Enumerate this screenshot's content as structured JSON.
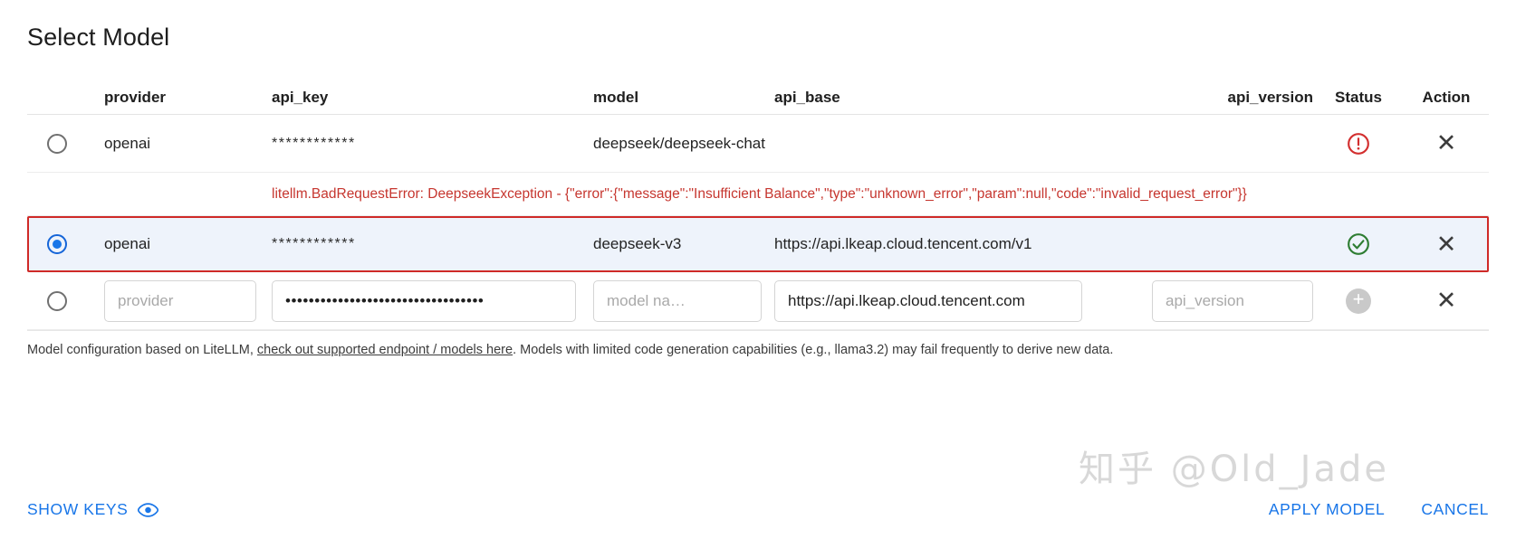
{
  "dialog": {
    "title": "Select Model"
  },
  "table": {
    "headers": {
      "provider": "provider",
      "api_key": "api_key",
      "model": "model",
      "api_base": "api_base",
      "api_version": "api_version",
      "status": "Status",
      "action": "Action"
    },
    "rows": [
      {
        "selected": false,
        "provider": "openai",
        "api_key_masked": "************",
        "model": "deepseek/deepseek-chat",
        "api_base": "",
        "api_version": "",
        "status_icon": "error-circle-icon",
        "status_color": "#d32f2f",
        "action_icon": "close-icon",
        "error": "litellm.BadRequestError: DeepseekException - {\"error\":{\"message\":\"Insufficient Balance\",\"type\":\"unknown_error\",\"param\":null,\"code\":\"invalid_request_error\"}}"
      },
      {
        "selected": true,
        "provider": "openai",
        "api_key_masked": "************",
        "model": "deepseek-v3",
        "api_base": "https://api.lkeap.cloud.tencent.com/v1",
        "api_version": "",
        "status_icon": "check-circle-icon",
        "status_color": "#2e7d32",
        "action_icon": "close-icon"
      }
    ],
    "new_row": {
      "provider_placeholder": "provider",
      "api_key_value": "••••••••••••••••••••••••••••••••••",
      "model_placeholder": "model na…",
      "api_base_value": "https://api.lkeap.cloud.tencent.com",
      "api_version_placeholder": "api_version",
      "add_icon": "plus-icon",
      "action_icon": "close-icon"
    }
  },
  "note": {
    "prefix": "Model configuration based on LiteLLM, ",
    "link": "check out supported endpoint / models here",
    "suffix": ". Models with limited code generation capabilities (e.g., llama3.2) may fail frequently to derive new data."
  },
  "footer": {
    "show_keys": "SHOW KEYS",
    "eye_icon": "eye-icon",
    "apply": "APPLY MODEL",
    "cancel": "CANCEL"
  },
  "watermark": {
    "text": "知乎 @Old_Jade"
  },
  "colors": {
    "accent": "#1976e8",
    "error": "#d32f2f",
    "success": "#2e7d32",
    "highlight_border": "#cf2a28",
    "row_highlight_bg": "#eef3fb"
  }
}
